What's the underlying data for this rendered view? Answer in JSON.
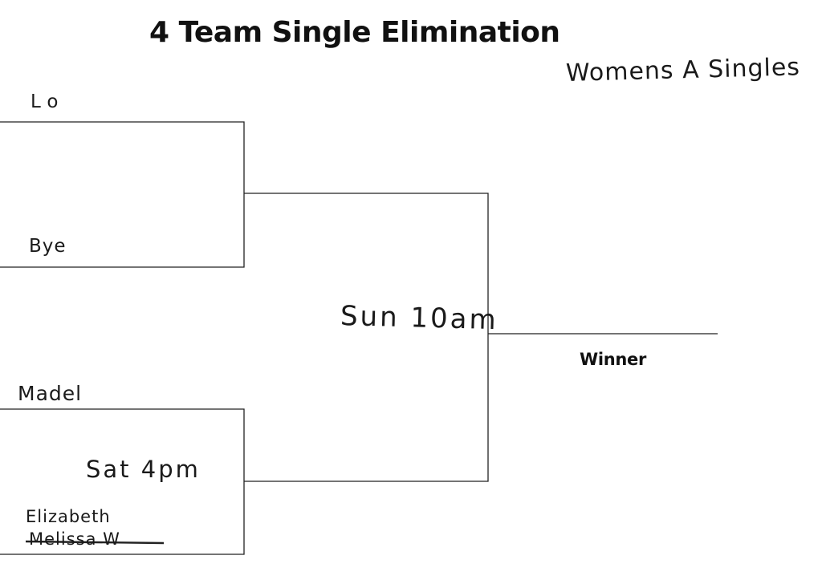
{
  "title": "4 Team Single Elimination",
  "category": "Womens A Singles",
  "matches": [
    {
      "top_team": "Lo",
      "bottom_team": "Bye",
      "time": ""
    },
    {
      "top_team": "Madel",
      "bottom_team": "Elizabeth",
      "struck_team": "Melissa W",
      "time": "Sat 4pm"
    }
  ],
  "final": {
    "time": "Sun 10am"
  },
  "winner_label": "Winner"
}
